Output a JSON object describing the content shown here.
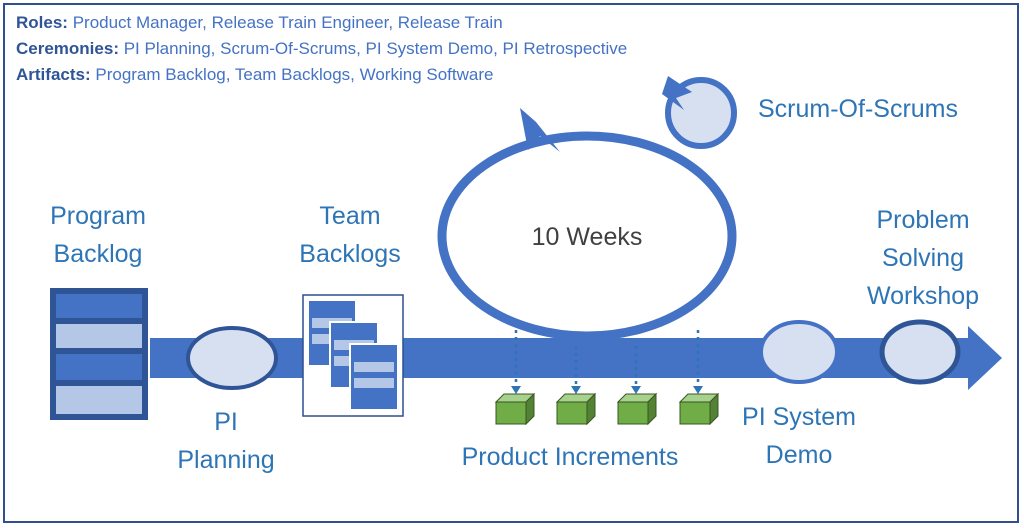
{
  "legend": {
    "roles_key": "Roles",
    "roles_value": "Product Manager, Release Train Engineer, Release Train",
    "ceremonies_key": "Ceremonies",
    "ceremonies_value": "PI Planning, Scrum-Of-Scrums, PI System Demo, PI Retrospective",
    "artifacts_key": "Artifacts",
    "artifacts_value": "Program Backlog, Team Backlogs, Working Software"
  },
  "nodes": {
    "program_backlog": [
      "Program",
      "Backlog"
    ],
    "team_backlogs": [
      "Team",
      "Backlogs"
    ],
    "pi_planning": [
      "PI",
      "Planning"
    ],
    "cycle": "10 Weeks",
    "scrum_of_scrums": "Scrum-Of-Scrums",
    "product_increments": "Product Increments",
    "pi_system_demo": [
      "PI System",
      "Demo"
    ],
    "problem_solving_workshop": [
      "Problem",
      "Solving",
      "Workshop"
    ]
  },
  "colors": {
    "arrow": "#4472c4",
    "outline": "#2f5597",
    "node_fill": "#d6e0f1",
    "increment": "#70ad47",
    "label": "#2e75b6"
  }
}
